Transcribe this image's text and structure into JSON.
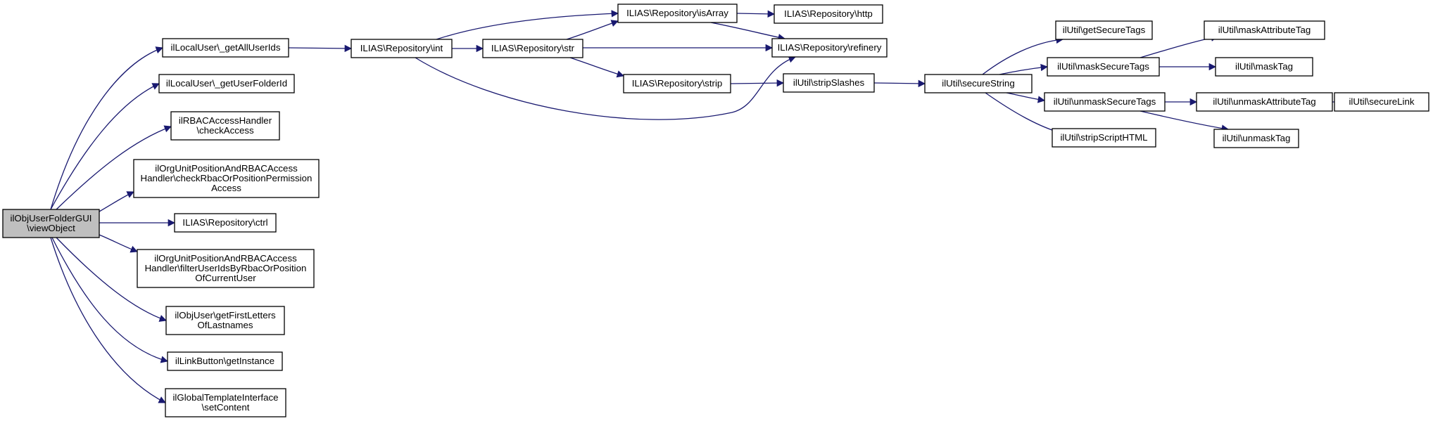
{
  "diagram": {
    "nodes": [
      {
        "id": "root",
        "lines": [
          "ilObjUserFolderGUI",
          "\\viewObject"
        ],
        "root": true
      },
      {
        "id": "getAllUserIds",
        "lines": [
          "ilLocalUser\\_getAllUserIds"
        ]
      },
      {
        "id": "getUserFolderId",
        "lines": [
          "ilLocalUser\\_getUserFolderId"
        ]
      },
      {
        "id": "checkAccess",
        "lines": [
          "ilRBACAccessHandler",
          "\\checkAccess"
        ]
      },
      {
        "id": "checkRbac",
        "lines": [
          "ilOrgUnitPositionAndRBACAccess",
          "Handler\\checkRbacOrPositionPermission",
          "Access"
        ]
      },
      {
        "id": "ctrl",
        "lines": [
          "ILIAS\\Repository\\ctrl"
        ]
      },
      {
        "id": "filterUser",
        "lines": [
          "ilOrgUnitPositionAndRBACAccess",
          "Handler\\filterUserIdsByRbacOrPosition",
          "OfCurrentUser"
        ]
      },
      {
        "id": "firstLetters",
        "lines": [
          "ilObjUser\\getFirstLetters",
          "OfLastnames"
        ]
      },
      {
        "id": "linkButton",
        "lines": [
          "ilLinkButton\\getInstance"
        ]
      },
      {
        "id": "setContent",
        "lines": [
          "ilGlobalTemplateInterface",
          "\\setContent"
        ]
      },
      {
        "id": "int",
        "lines": [
          "ILIAS\\Repository\\int"
        ]
      },
      {
        "id": "str",
        "lines": [
          "ILIAS\\Repository\\str"
        ]
      },
      {
        "id": "isArray",
        "lines": [
          "ILIAS\\Repository\\isArray"
        ]
      },
      {
        "id": "http",
        "lines": [
          "ILIAS\\Repository\\http"
        ]
      },
      {
        "id": "refinery",
        "lines": [
          "ILIAS\\Repository\\refinery"
        ]
      },
      {
        "id": "strip",
        "lines": [
          "ILIAS\\Repository\\strip"
        ]
      },
      {
        "id": "stripSlashes",
        "lines": [
          "ilUtil\\stripSlashes"
        ]
      },
      {
        "id": "secureString",
        "lines": [
          "ilUtil\\secureString"
        ]
      },
      {
        "id": "getSecureTags",
        "lines": [
          "ilUtil\\getSecureTags"
        ]
      },
      {
        "id": "maskSecureTags",
        "lines": [
          "ilUtil\\maskSecureTags"
        ]
      },
      {
        "id": "unmaskSecureTags",
        "lines": [
          "ilUtil\\unmaskSecureTags"
        ]
      },
      {
        "id": "stripScriptHTML",
        "lines": [
          "ilUtil\\stripScriptHTML"
        ]
      },
      {
        "id": "maskAttributeTag",
        "lines": [
          "ilUtil\\maskAttributeTag"
        ]
      },
      {
        "id": "maskTag",
        "lines": [
          "ilUtil\\maskTag"
        ]
      },
      {
        "id": "unmaskAttributeTag",
        "lines": [
          "ilUtil\\unmaskAttributeTag"
        ]
      },
      {
        "id": "unmaskTag",
        "lines": [
          "ilUtil\\unmaskTag"
        ]
      },
      {
        "id": "secureLink",
        "lines": [
          "ilUtil\\secureLink"
        ]
      }
    ],
    "edges": [
      [
        "root",
        "getAllUserIds"
      ],
      [
        "root",
        "getUserFolderId"
      ],
      [
        "root",
        "checkAccess"
      ],
      [
        "root",
        "checkRbac"
      ],
      [
        "root",
        "ctrl"
      ],
      [
        "root",
        "filterUser"
      ],
      [
        "root",
        "firstLetters"
      ],
      [
        "root",
        "linkButton"
      ],
      [
        "root",
        "setContent"
      ],
      [
        "getAllUserIds",
        "int"
      ],
      [
        "int",
        "str"
      ],
      [
        "int",
        "isArray"
      ],
      [
        "int",
        "refinery"
      ],
      [
        "str",
        "isArray"
      ],
      [
        "str",
        "refinery"
      ],
      [
        "str",
        "strip"
      ],
      [
        "isArray",
        "http"
      ],
      [
        "isArray",
        "refinery"
      ],
      [
        "strip",
        "stripSlashes"
      ],
      [
        "stripSlashes",
        "secureString"
      ],
      [
        "secureString",
        "getSecureTags"
      ],
      [
        "secureString",
        "maskSecureTags"
      ],
      [
        "secureString",
        "unmaskSecureTags"
      ],
      [
        "secureString",
        "stripScriptHTML"
      ],
      [
        "maskSecureTags",
        "maskAttributeTag"
      ],
      [
        "maskSecureTags",
        "maskTag"
      ],
      [
        "unmaskSecureTags",
        "unmaskAttributeTag"
      ],
      [
        "unmaskSecureTags",
        "unmaskTag"
      ],
      [
        "unmaskAttributeTag",
        "secureLink"
      ]
    ]
  }
}
